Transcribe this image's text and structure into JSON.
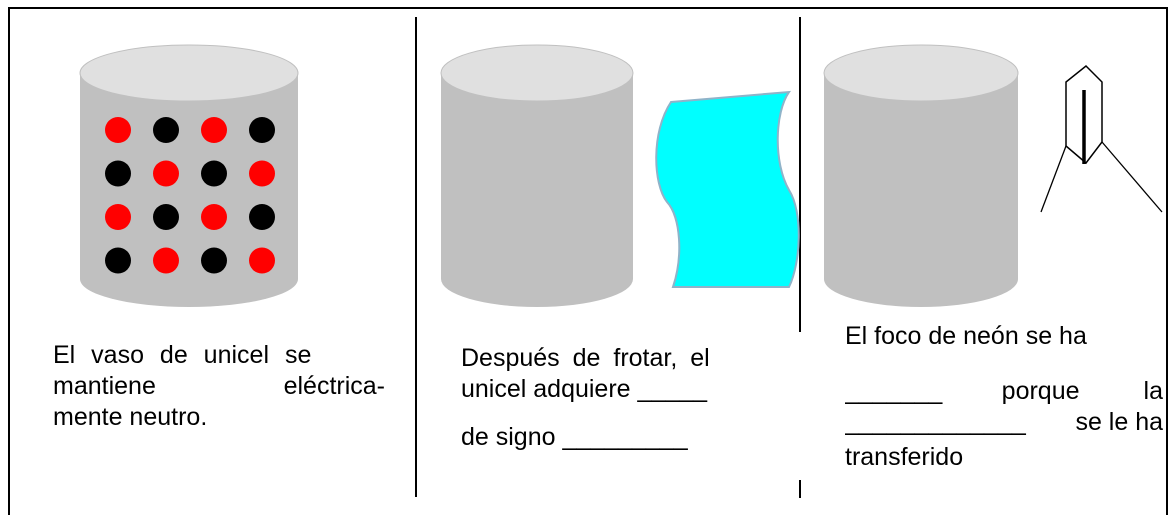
{
  "panel1": {
    "caption_line1": "El vaso de unicel se",
    "caption_line2_a": "mantiene",
    "caption_line2_b": "eléctrica-",
    "caption_line3": "mente neutro.",
    "dot_colors": [
      [
        "red",
        "black",
        "red",
        "black"
      ],
      [
        "black",
        "red",
        "black",
        "red"
      ],
      [
        "red",
        "black",
        "red",
        "black"
      ],
      [
        "black",
        "red",
        "black",
        "red"
      ]
    ]
  },
  "panel2": {
    "caption_line1": "Después de frotar, el",
    "caption_line2": "unicel adquiere _____",
    "caption_line3": "de signo _________"
  },
  "panel3": {
    "caption_line1": "El foco de neón se ha",
    "caption_line2_a": "_______",
    "caption_line2_b": "porque",
    "caption_line2_c": "la",
    "caption_line3_a": "_____________",
    "caption_line3_b": "se le ha",
    "caption_line4": "transferido"
  },
  "colors": {
    "cup_body": "#c0c0c0",
    "cup_top": "#e0e0e0",
    "cloth": "#00ffff",
    "positive_dot": "#ff0000",
    "negative_dot": "#000000"
  }
}
